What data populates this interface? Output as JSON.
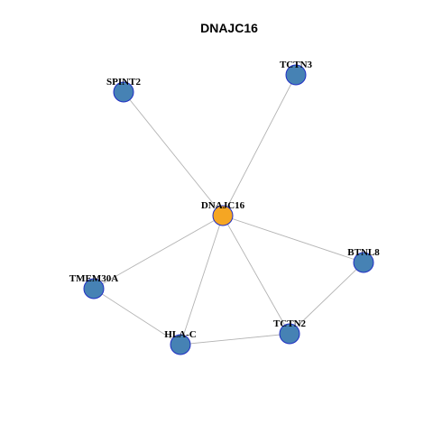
{
  "title": "DNAJC16",
  "colors": {
    "center_node": "#f5a623",
    "neighbor_node": "#4682b4",
    "node_border": "#1f2ec4",
    "edge": "#b3b3b3"
  },
  "nodes": [
    {
      "id": "DNAJC16",
      "label": "DNAJC16",
      "role": "center"
    },
    {
      "id": "SPINT2",
      "label": "SPINT2",
      "role": "neighbor"
    },
    {
      "id": "TCTN3",
      "label": "TCTN3",
      "role": "neighbor"
    },
    {
      "id": "BTNL8",
      "label": "BTNL8",
      "role": "neighbor"
    },
    {
      "id": "TMEM30A",
      "label": "TMEM30A",
      "role": "neighbor"
    },
    {
      "id": "HLA-C",
      "label": "HLA-C",
      "role": "neighbor"
    },
    {
      "id": "TCTN2",
      "label": "TCTN2",
      "role": "neighbor"
    }
  ],
  "edges": [
    [
      "DNAJC16",
      "SPINT2"
    ],
    [
      "DNAJC16",
      "TCTN3"
    ],
    [
      "DNAJC16",
      "BTNL8"
    ],
    [
      "DNAJC16",
      "TMEM30A"
    ],
    [
      "DNAJC16",
      "HLA-C"
    ],
    [
      "DNAJC16",
      "TCTN2"
    ],
    [
      "TMEM30A",
      "HLA-C"
    ],
    [
      "HLA-C",
      "TCTN2"
    ],
    [
      "TCTN2",
      "BTNL8"
    ]
  ]
}
